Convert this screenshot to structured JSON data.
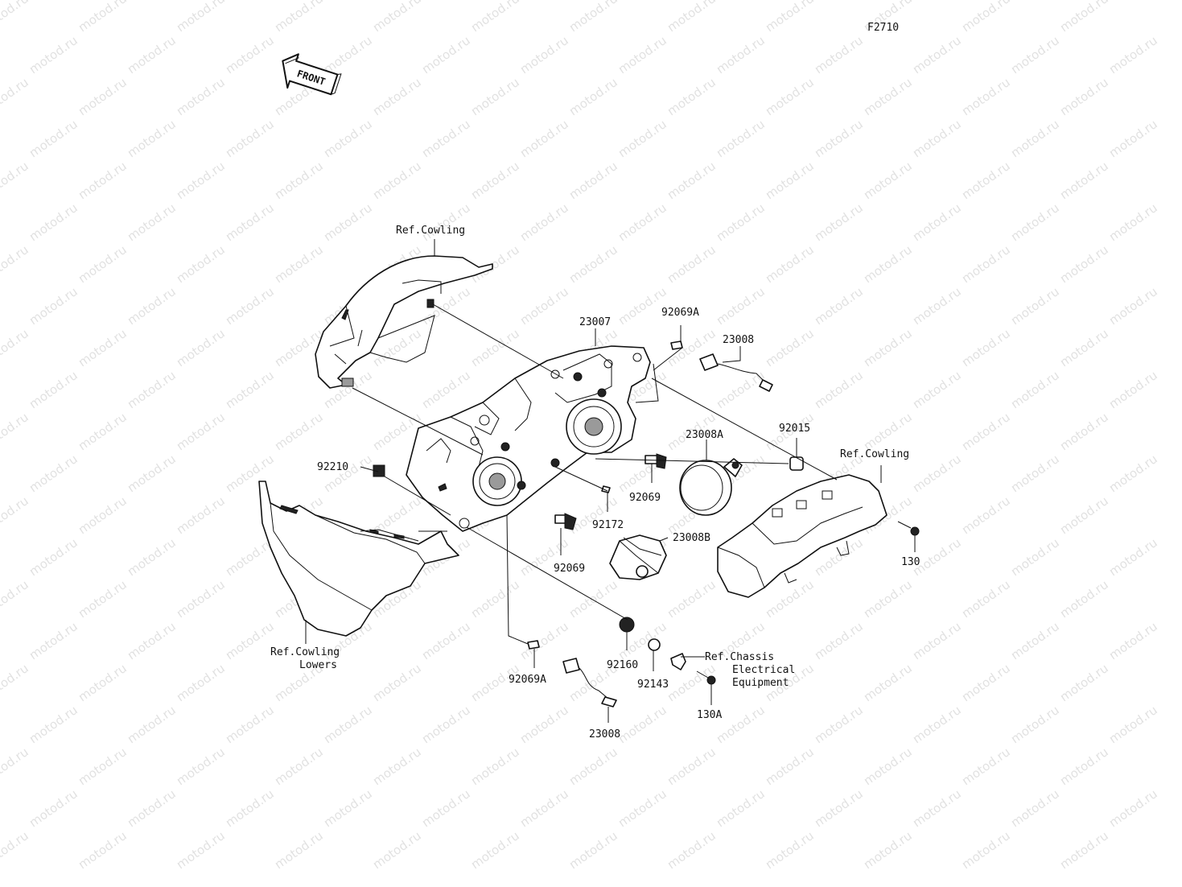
{
  "diagram_id": "F2710",
  "front_arrow": "FRONT",
  "watermark": "motod.ru",
  "labels": {
    "ref_cowling_top": "Ref.Cowling",
    "p23007": "23007",
    "p92069A_top": "92069A",
    "p23008_top": "23008",
    "p23008A": "23008A",
    "p92015": "92015",
    "ref_cowling_right": "Ref.Cowling",
    "p92210": "92210",
    "p92069_right": "92069",
    "p92172": "92172",
    "p23008B": "23008B",
    "p130": "130",
    "p92069_left": "92069",
    "ref_cowling_lowers_1": "Ref.Cowling",
    "ref_cowling_lowers_2": "Lowers",
    "p92160": "92160",
    "ref_chassis_1": "Ref.Chassis",
    "ref_chassis_2": "Electrical",
    "ref_chassis_3": "Equipment",
    "p92143": "92143",
    "p130A": "130A",
    "p92069A_bottom": "92069A",
    "p23008_bottom": "23008"
  }
}
